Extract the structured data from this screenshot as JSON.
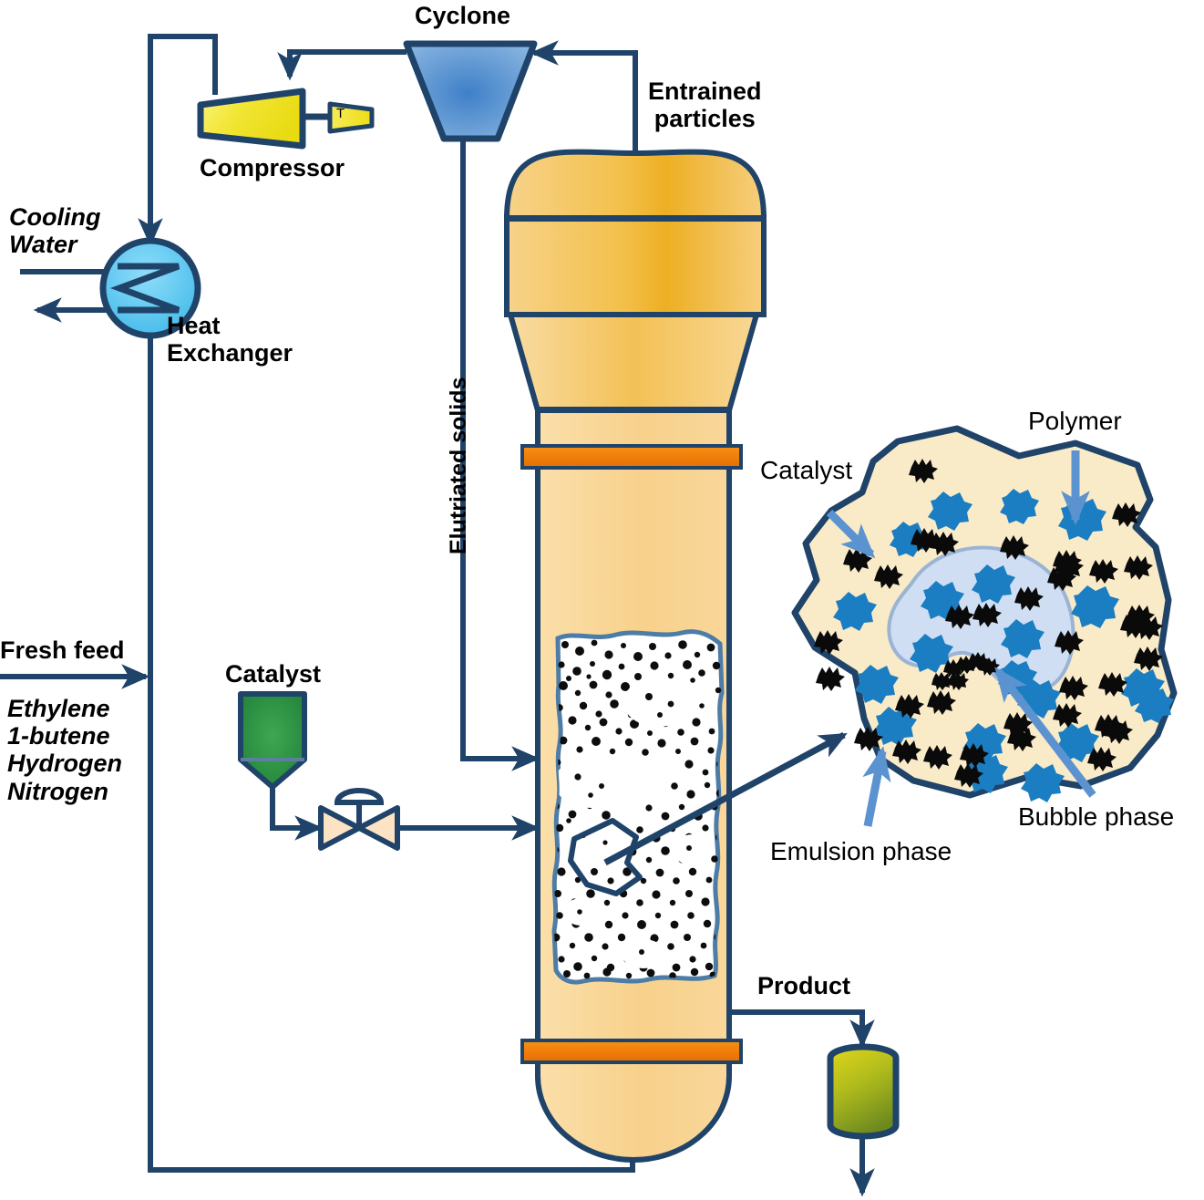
{
  "diagram": {
    "title": "Fluidized bed polyethylene reactor process flow diagram",
    "type": "process-flow-diagram"
  },
  "colors": {
    "line": "#1F4369",
    "reactor_fill_light": "#F8D790",
    "reactor_fill_mid": "#F5C14B",
    "reactor_fill_dark": "#E9A81F",
    "cyclone_fill": "#5B93D1",
    "compressor_fill": "#F2E53C",
    "turbine_fill": "#F5E63B",
    "heat_exchanger_fill": "#5EC8F0",
    "catalyst_fill": "#2E9141",
    "valve_fill": "#FCE3C4",
    "distributor_plate": "#F07D0A",
    "product_fill_top": "#D7D017",
    "product_fill_bottom": "#6E8B1E",
    "emulsion_fill": "#FAEBC8",
    "bubble_fill": "#CFDEF2",
    "polymer_particle": "#1B7EC2",
    "catalyst_particle": "#000000",
    "callout_arrow": "#5B93D1"
  },
  "labels": {
    "cyclone": "Cyclone",
    "compressor": "Compressor",
    "turbine_tag": "T",
    "entrained_particles": "Entrained\nparticles",
    "elutriated_solids": "Elutriated solids",
    "cooling_water": "Cooling\nWater",
    "heat_exchanger": "Heat\nExchanger",
    "fresh_feed": "Fresh feed",
    "feed_components": "Ethylene\n1-butene\nHydrogen\nNitrogen",
    "catalyst_hopper": "Catalyst",
    "product": "Product",
    "callout_catalyst": "Catalyst",
    "callout_polymer": "Polymer",
    "callout_emulsion_phase": "Emulsion phase",
    "callout_bubble_phase": "Bubble phase"
  },
  "streams": [
    {
      "name": "fresh-feed",
      "label": "Fresh feed",
      "components": [
        "Ethylene",
        "1-butene",
        "Hydrogen",
        "Nitrogen"
      ],
      "direction": "into-recycle-riser"
    },
    {
      "name": "cooling-water-in",
      "label": "Cooling Water",
      "direction": "into-heat-exchanger"
    },
    {
      "name": "cooling-water-out",
      "label": "",
      "direction": "out-of-heat-exchanger"
    },
    {
      "name": "recycle-gas",
      "label": "",
      "direction": "compressor-to-heat-exchanger"
    },
    {
      "name": "entrained-particles",
      "label": "Entrained particles",
      "direction": "reactor-top-to-cyclone"
    },
    {
      "name": "elutriated-solids",
      "label": "Elutriated solids",
      "direction": "cyclone-bottom-to-bed"
    },
    {
      "name": "cyclone-gas-out",
      "label": "",
      "direction": "cyclone-to-compressor"
    },
    {
      "name": "catalyst-feed",
      "label": "Catalyst",
      "direction": "hopper-through-valve-to-reactor"
    },
    {
      "name": "product-out",
      "label": "Product",
      "direction": "reactor-to-product-vessel"
    },
    {
      "name": "recycle-return",
      "label": "",
      "direction": "heat-exchanger-to-reactor-bottom"
    }
  ],
  "equipment": [
    {
      "name": "cyclone",
      "label": "Cyclone",
      "shape": "inverted-trapezoid"
    },
    {
      "name": "compressor",
      "label": "Compressor",
      "shape": "trapezoid"
    },
    {
      "name": "turbine",
      "label": "T",
      "shape": "small-trapezoid"
    },
    {
      "name": "heat-exchanger",
      "label": "Heat Exchanger",
      "shape": "circle-with-zigzag"
    },
    {
      "name": "catalyst-hopper",
      "label": "Catalyst",
      "shape": "square-with-cone"
    },
    {
      "name": "control-valve",
      "label": "",
      "shape": "bowtie-with-actuator"
    },
    {
      "name": "fluidized-bed-reactor",
      "label": "",
      "shape": "column-with-disengagement-zone"
    },
    {
      "name": "distributor-plate-upper",
      "label": "",
      "shape": "orange-bar"
    },
    {
      "name": "distributor-plate-lower",
      "label": "",
      "shape": "orange-bar"
    },
    {
      "name": "product-vessel",
      "label": "Product",
      "shape": "capsule"
    }
  ],
  "callout": {
    "title": "Magnified view of fluidized bed phases",
    "items": [
      {
        "name": "catalyst",
        "label": "Catalyst",
        "marker": "black-irregular-particle"
      },
      {
        "name": "polymer",
        "label": "Polymer",
        "marker": "blue-irregular-particle"
      },
      {
        "name": "emulsion-phase",
        "label": "Emulsion phase",
        "marker": "cream-region"
      },
      {
        "name": "bubble-phase",
        "label": "Bubble phase",
        "marker": "light-blue-region"
      }
    ]
  }
}
